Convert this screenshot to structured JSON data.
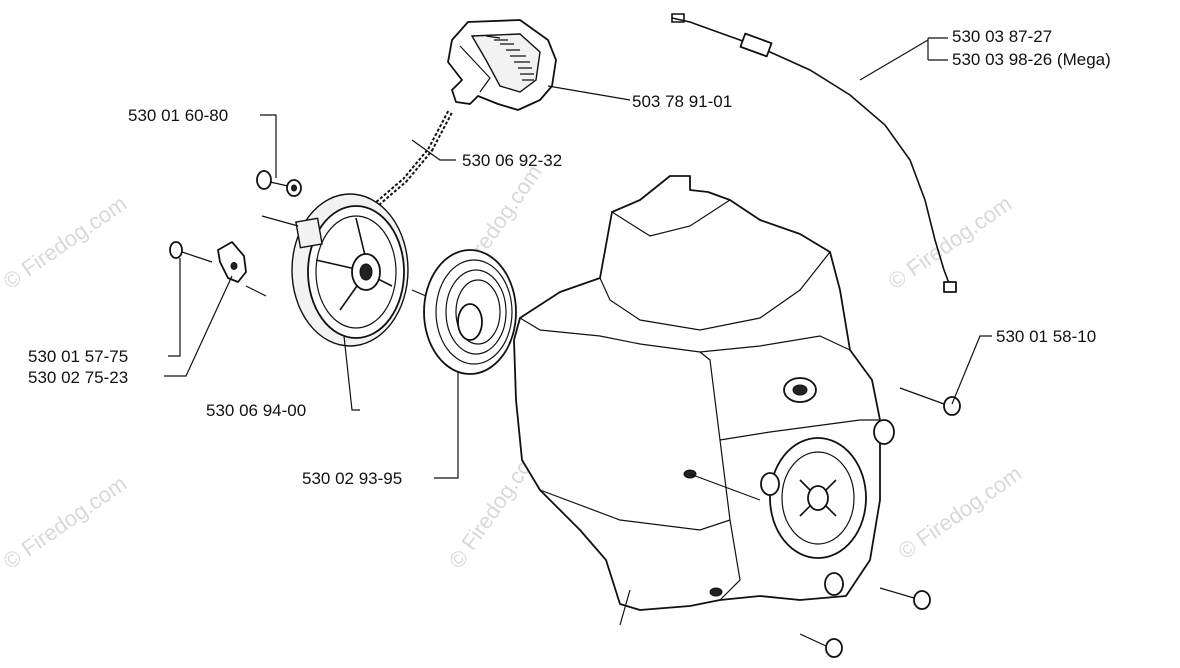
{
  "watermark": "© Firedog.com",
  "parts": {
    "starter_handle": "503 78 91-01",
    "cable_a": "530 03 87-27",
    "cable_b": "530 03 98-26 (Mega)",
    "screw_top": "530 01 60-80",
    "starter_rope": "530 06 92-32",
    "screw_pawl": "530 01 57-75",
    "pawl": "530 02 75-23",
    "pulley": "530 06 94-00",
    "spring": "530 02 93-95",
    "housing_screw": "530 01 58-10"
  }
}
